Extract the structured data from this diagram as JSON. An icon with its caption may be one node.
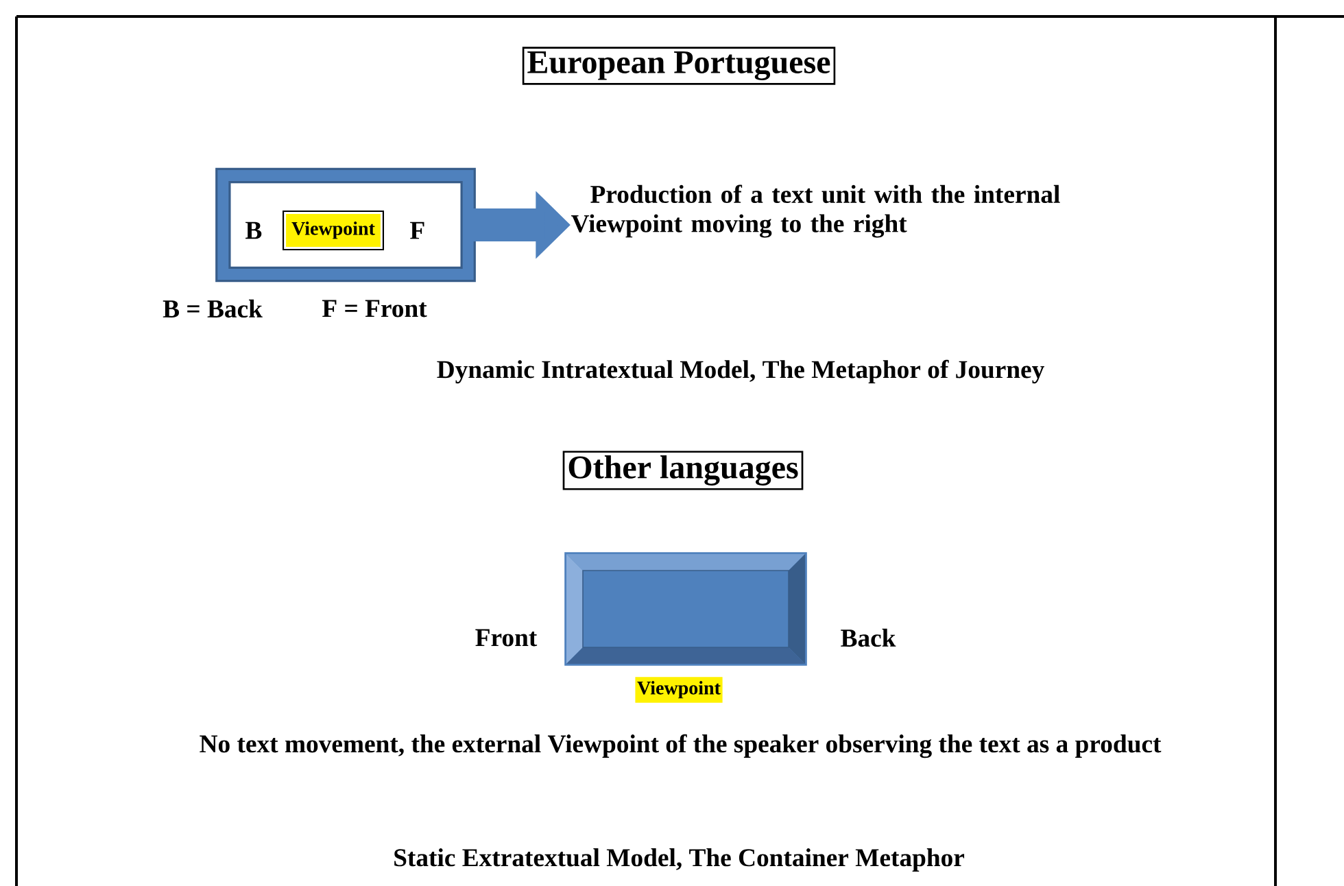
{
  "diagram": {
    "nodes": [
      {
        "text": [
          "European Portuguese"
        ]
      },
      {
        "text": [
          "B",
          "F"
        ]
      },
      {
        "text": [
          "Viewpoint"
        ],
        "in": 1
      },
      {
        "text": [
          "Production of a text unit with the internal Viewpoint moving to the right"
        ]
      },
      {
        "text": [
          "Other languages"
        ]
      },
      {
        "text": [],
        "shape": "box",
        "beside": [
          "Front",
          "Back",
          "Viewpoint"
        ]
      }
    ],
    "edges": [
      {
        "from": 1,
        "to": 3,
        "arrow": "to"
      }
    ],
    "labels": [
      "B = Back",
      "F = Front",
      "Dynamic Intratextual Model, The Metaphor of Journey",
      "No text movement, the external Viewpoint of the speaker observing the text as a product",
      "Static Extratextual Model, The Container Metaphor"
    ]
  }
}
